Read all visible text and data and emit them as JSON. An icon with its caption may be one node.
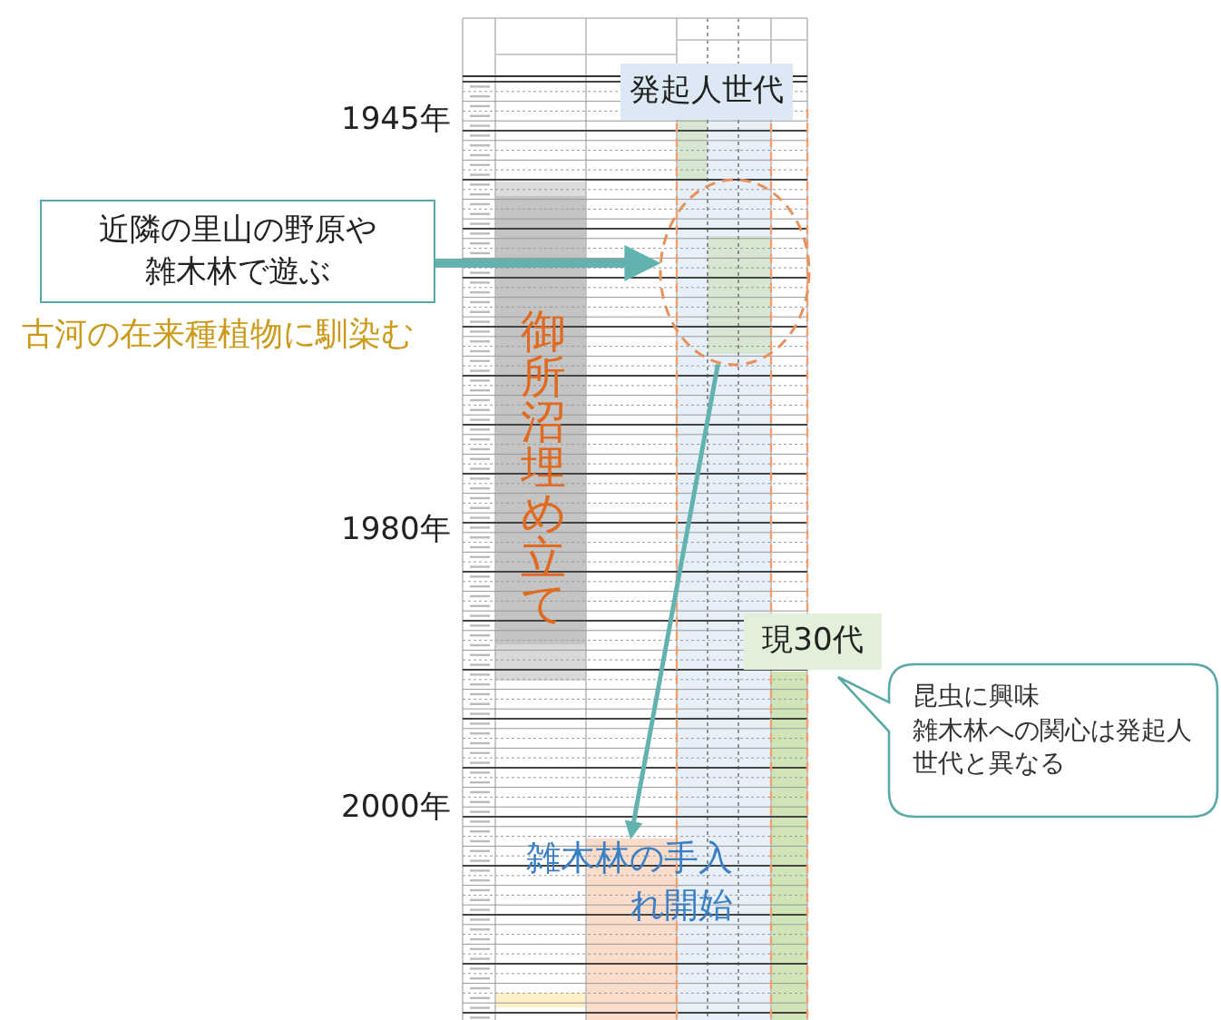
{
  "diagram": {
    "nodes": [
      {
        "text": [
          "発起人世代"
        ]
      },
      {
        "text": [],
        "shape": "circle"
      },
      {
        "text": [
          "近隣の里山の野原や雑木林で遊ぶ"
        ]
      },
      {
        "text": [
          "雑木林の手入れ開始"
        ]
      },
      {
        "text": [
          "現30代"
        ]
      },
      {
        "text": [
          "昆虫に興味",
          "雑木林への関心は発起人世代と異なる"
        ]
      }
    ],
    "edges": [
      {
        "from": 2,
        "to": 1,
        "arrow": "to",
        "style": "thick"
      },
      {
        "from": 1,
        "to": 3,
        "arrow": "to"
      }
    ],
    "labels": [
      "1945年",
      "古河の在来種植物に馴染む",
      "御所沼埋め立て",
      "1980年",
      "2000年"
    ]
  }
}
